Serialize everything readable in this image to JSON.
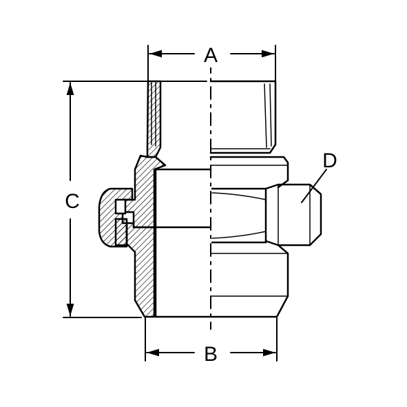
{
  "labels": {
    "a": "A",
    "b": "B",
    "c": "C",
    "d": "D"
  },
  "colors": {
    "line": "#000000",
    "background": "#ffffff",
    "hatch": "#000000"
  }
}
